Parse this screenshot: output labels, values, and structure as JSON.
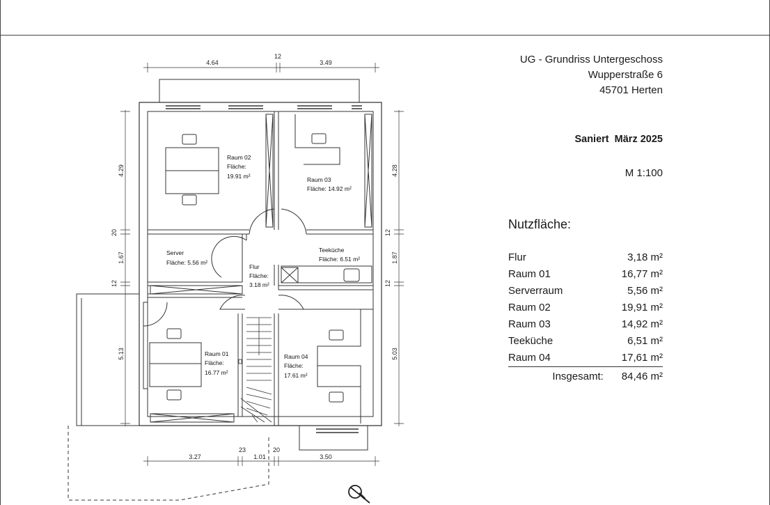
{
  "title_block": {
    "line1": "UG - Grundriss Untergeschoss",
    "line2": "Wupperstraße 6",
    "line3": "45701 Herten"
  },
  "status": "Saniert  März 2025",
  "scale": "M 1:100",
  "area_heading": "Nutzfläche:",
  "areas": [
    {
      "name": "Flur",
      "value": "3,18 m²"
    },
    {
      "name": "Raum 01",
      "value": "16,77 m²"
    },
    {
      "name": "Serverraum",
      "value": "5,56 m²"
    },
    {
      "name": "Raum 02",
      "value": "19,91 m²"
    },
    {
      "name": "Raum 03",
      "value": "14,92 m²"
    },
    {
      "name": "Teeküche",
      "value": "6,51 m²"
    },
    {
      "name": "Raum 04",
      "value": "17,61 m²"
    }
  ],
  "total": {
    "label": "Insgesamt:",
    "value": "84,46 m²"
  },
  "rooms": {
    "raum02": {
      "name": "Raum 02",
      "label": "Fläche:",
      "area": "19.91 m²"
    },
    "raum03": {
      "name": "Raum 03",
      "label": "Fläche: 14.92 m²"
    },
    "server": {
      "name": "Server",
      "label": "Fläche: 5.56 m²"
    },
    "teekueche": {
      "name": "Teeküche",
      "label": "Fläche: 6.51 m²"
    },
    "flur": {
      "name": "Flur",
      "label": "Fläche:",
      "area": "3.18 m²"
    },
    "raum01": {
      "name": "Raum 01",
      "label": "Fläche:",
      "area": "16.77 m²"
    },
    "raum04": {
      "name": "Raum 04",
      "label": "Fläche:",
      "area": "17.61 m²"
    }
  },
  "dimensions": {
    "top_left": "4.64",
    "top_mid": "12",
    "top_right": "3.49",
    "left_1": "4.29",
    "left_2": "20",
    "left_3": "1.67",
    "left_4": "12",
    "left_5": "5.13",
    "right_1": "4.28",
    "right_2": "12",
    "right_3": "1.87",
    "right_4": "12",
    "right_5": "5.03",
    "bottom_1": "3.27",
    "bottom_2": "23",
    "bottom_3": "1.01",
    "bottom_4": "20",
    "bottom_5": "3.50"
  },
  "icons": {
    "magnifier": "zoom-magnifier-icon"
  }
}
